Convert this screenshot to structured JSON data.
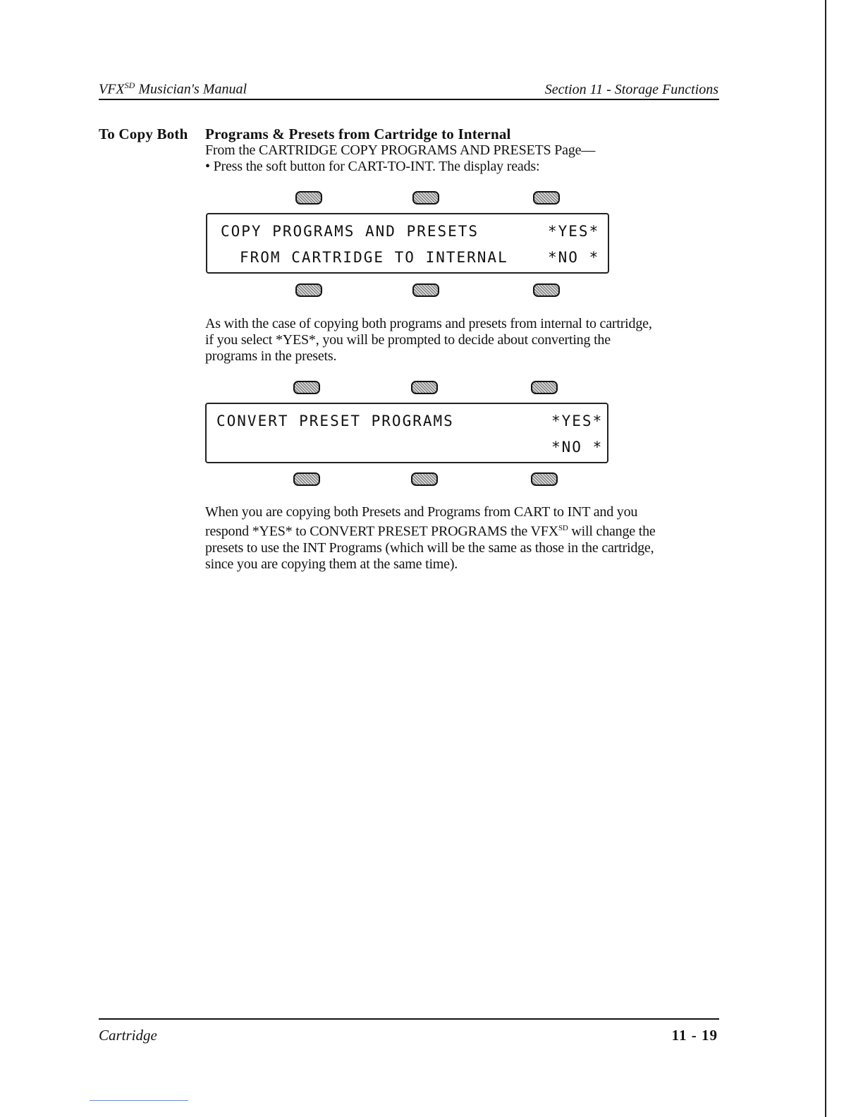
{
  "header": {
    "left_title": "VFX",
    "left_sup": "SD",
    "left_suffix": " Musician's Manual",
    "right_title": "Section 11 - Storage Functions"
  },
  "section": {
    "heading_lead": "To Copy Both",
    "heading_rest": "Programs & Presets from Cartridge to Internal",
    "intro_line1": "From the CARTRIDGE COPY PROGRAMS AND PRESETS Page—",
    "intro_line2": "• Press the soft button for CART-TO-INT.  The display reads:"
  },
  "display1": {
    "line1": "COPY PROGRAMS AND PRESETS",
    "line2": "FROM CARTRIDGE TO INTERNAL",
    "yes": "*YES*",
    "no": "*NO *"
  },
  "paragraph1": {
    "line1": "As with the case of copying both programs and presets from internal to cartridge,",
    "line2": "if you select *YES*, you will be prompted to decide about converting the",
    "line3": "programs in the presets."
  },
  "display2": {
    "line1": "CONVERT PRESET PROGRAMS",
    "yes": "*YES*",
    "no": "*NO *"
  },
  "paragraph2": {
    "line1": "When you are copying both Presets and Programs from CART to INT and you",
    "line2_a": "respond *YES* to CONVERT PRESET PROGRAMS the VFX",
    "line2_sup": "SD",
    "line2_b": " will change the",
    "line3": "presets to use the INT Programs (which will be the same as those in the cartridge,",
    "line4": "since you are copying them at the same time)."
  },
  "footer": {
    "left": "Cartridge",
    "right": "11 - 19"
  }
}
